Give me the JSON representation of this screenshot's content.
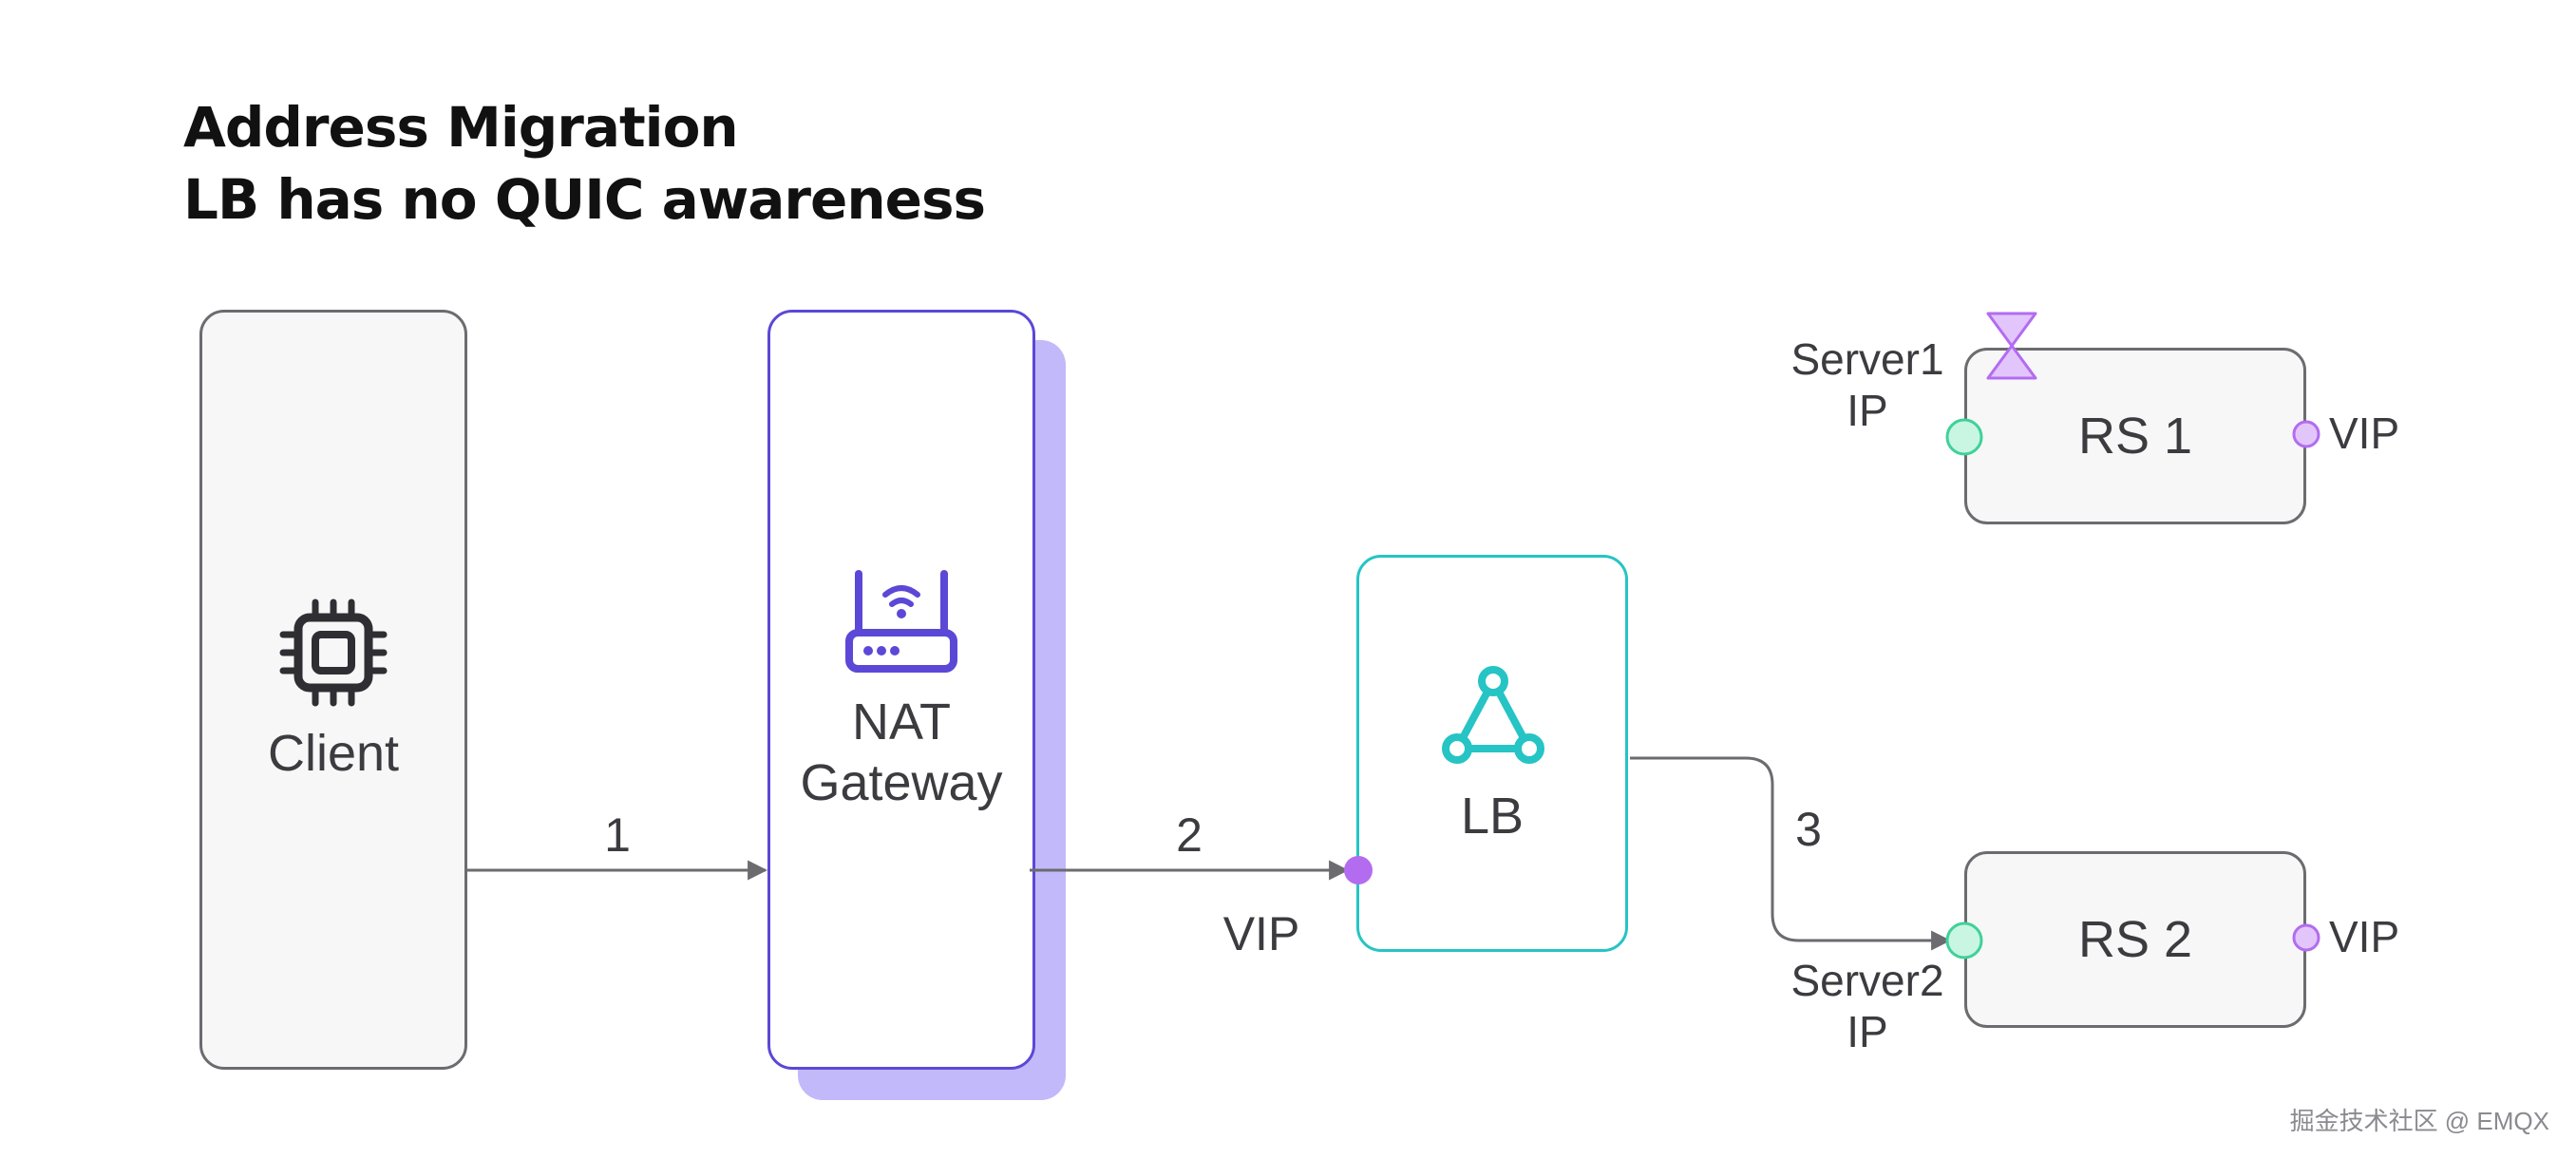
{
  "title": {
    "line1": "Address Migration",
    "line2": "LB has no QUIC awareness"
  },
  "nodes": {
    "client": {
      "label": "Client",
      "icon": "cpu-chip-icon"
    },
    "nat": {
      "line1": "NAT",
      "line2": "Gateway",
      "icon": "wifi-router-icon"
    },
    "lb": {
      "label": "LB",
      "icon": "triangle-network-icon"
    },
    "rs1": {
      "label": "RS 1",
      "vip": "VIP",
      "ip_line1": "Server1",
      "ip_line2": "IP"
    },
    "rs2": {
      "label": "RS 2",
      "vip": "VIP",
      "ip_line1": "Server2",
      "ip_line2": "IP"
    }
  },
  "edges": {
    "step1": "1",
    "step2": "2",
    "step3": "3",
    "lb_vip": "VIP"
  },
  "colors": {
    "nat_accent": "#5b48d6",
    "nat_shadow": "#c2b9fa",
    "lb_accent": "#26c4c4",
    "port_green": "#3fd19a",
    "port_purple": "#b36cf0",
    "port_lilac": "#e2c6fb",
    "connector": "#6b6b70"
  },
  "watermark": "掘金技术社区 @ EMQX"
}
